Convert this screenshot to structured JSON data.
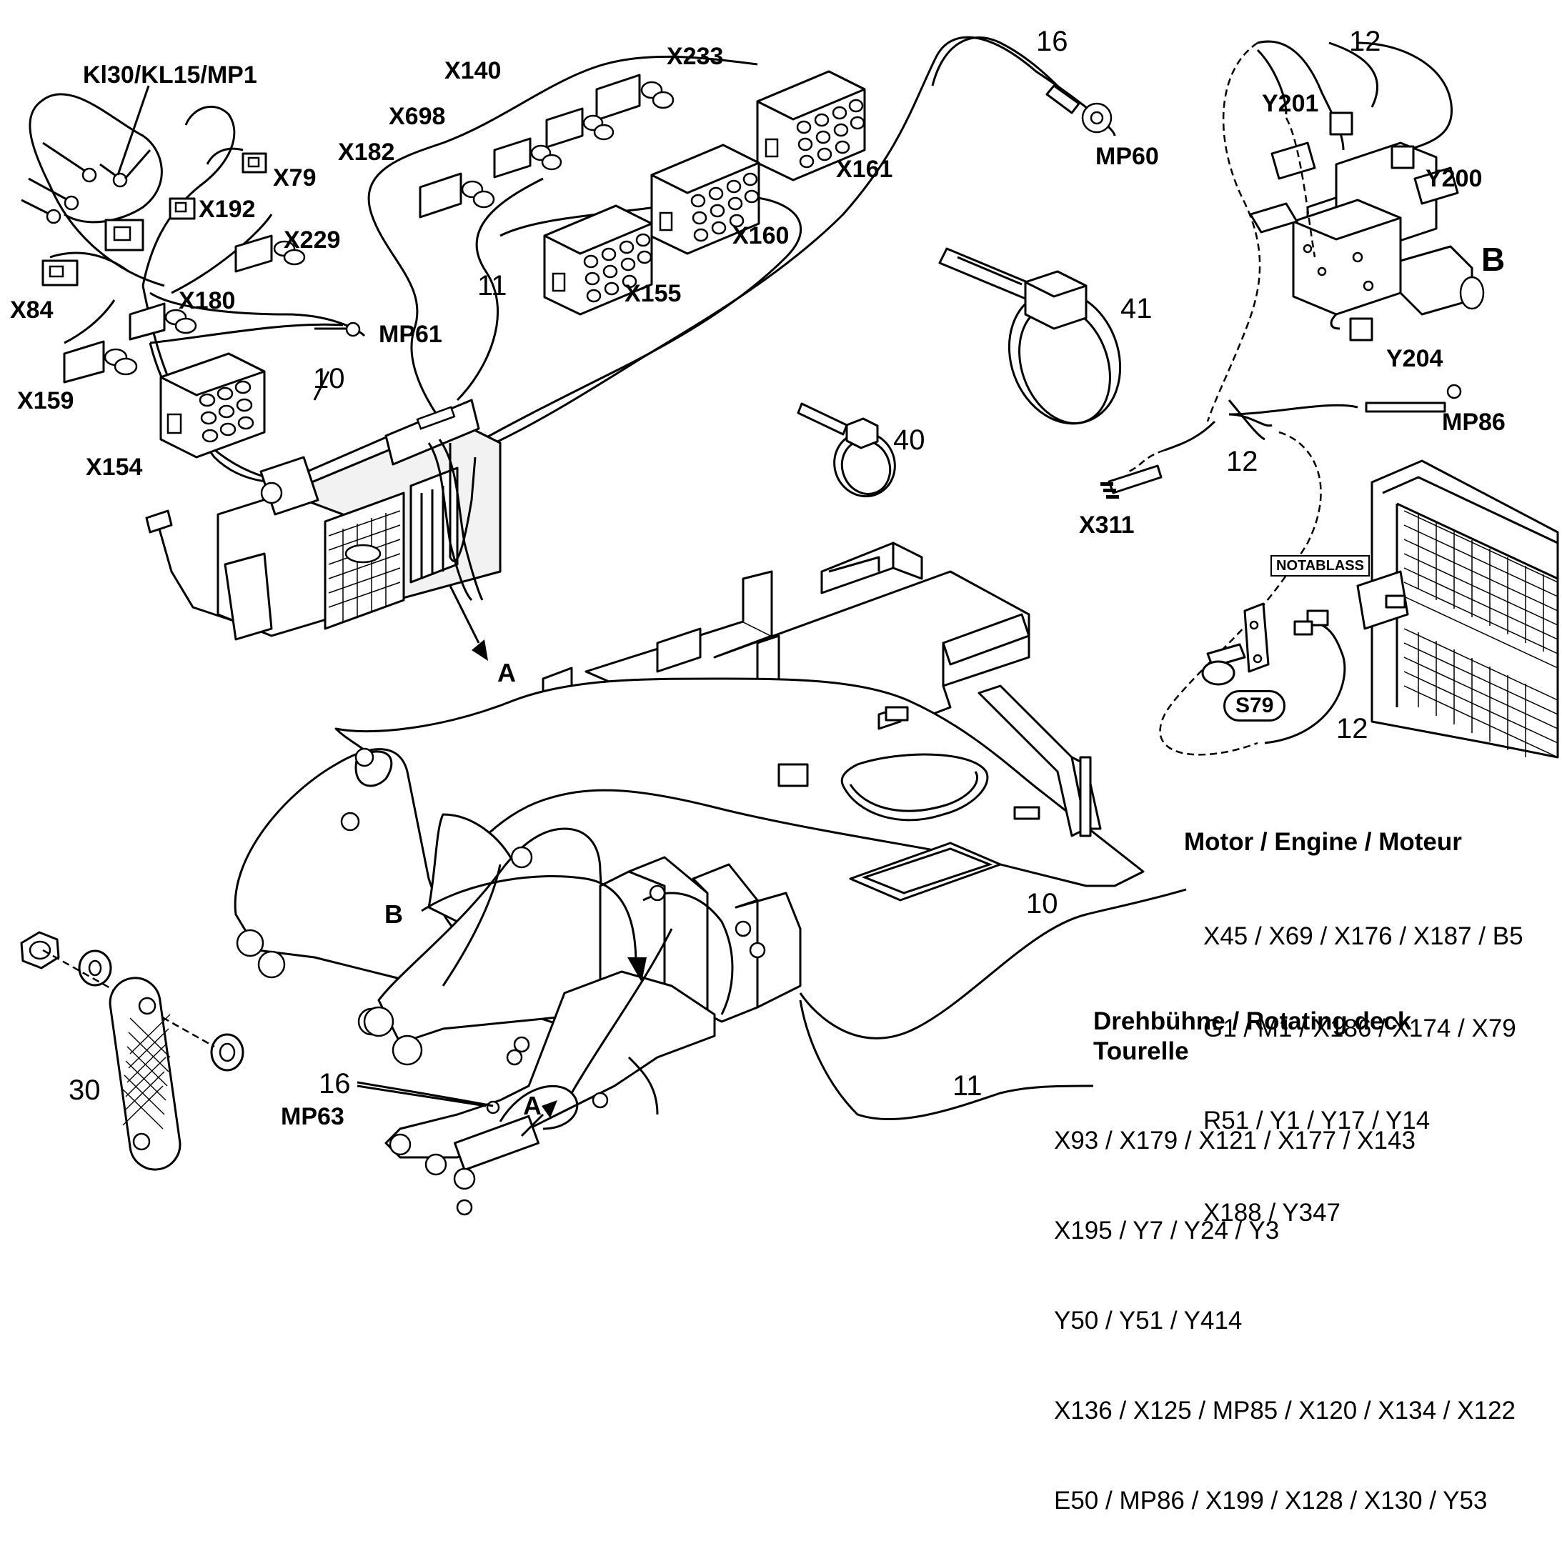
{
  "labels": {
    "kl30": "Kl30/KL15/MP1",
    "x140": "X140",
    "x233": "X233",
    "x698": "X698",
    "x182": "X182",
    "x161": "X161",
    "x160": "X160",
    "x155": "X155",
    "x79": "X79",
    "x192": "X192",
    "x229": "X229",
    "x84": "X84",
    "x180": "X180",
    "mp61": "MP61",
    "x159": "X159",
    "x154": "X154",
    "mp60": "MP60",
    "y201": "Y201",
    "y200": "Y200",
    "y204": "Y204",
    "b_top": "B",
    "mp86": "MP86",
    "x311": "X311",
    "notablass": "NOTABLASS",
    "s79": "S79",
    "a_top": "A",
    "b_mid": "B",
    "a_bot": "A",
    "mp63": "MP63"
  },
  "numbers": {
    "n16_top": "16",
    "n12_top": "12",
    "n11": "11",
    "n10_top": "10",
    "n41": "41",
    "n40": "40",
    "n12_mid": "12",
    "n12_low": "12",
    "n10_right": "10",
    "n11_right": "11",
    "n30": "30",
    "n16_bot": "16"
  },
  "motor": {
    "heading": "Motor / Engine / Moteur",
    "line1": "X45 / X69 / X176 / X187 / B5",
    "line2": "G1 / M1 / X186 / X174 / X79",
    "line3": "R51 / Y1 / Y17 / Y14",
    "line4": "X188 / Y347"
  },
  "deck": {
    "heading1": "Drehbühne / Rotating deck",
    "heading2": "Tourelle",
    "line1": "X93 / X179 / X121 / X177 / X143",
    "line2": "X195 / Y7 / Y24 / Y3",
    "line3": "Y50 / Y51 / Y414",
    "line4": "X136 / X125 / MP85 / X120 / X134 / X122",
    "line5": "E50 / MP86 / X199 / X128 / X130 / Y53"
  }
}
